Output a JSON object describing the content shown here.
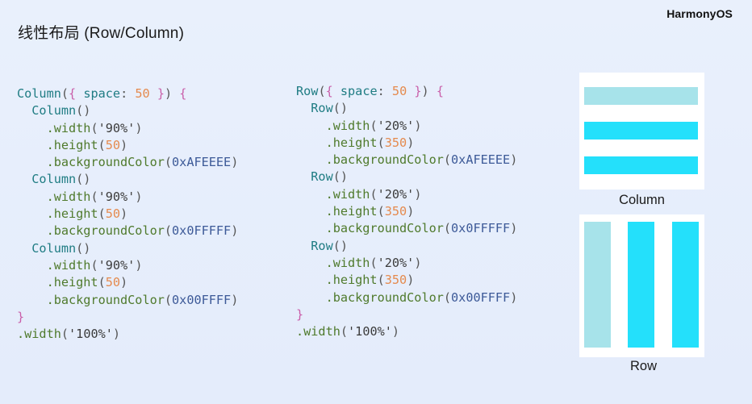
{
  "slide": {
    "title": "线性布局 (Row/Column)",
    "brand": "HarmonyOS"
  },
  "code_left": [
    [
      [
        "func",
        "Column"
      ],
      [
        "punct",
        "("
      ],
      [
        "brace",
        "{"
      ],
      [
        "key",
        " space"
      ],
      [
        "punct",
        ": "
      ],
      [
        "num",
        "50"
      ],
      [
        "punct",
        " "
      ],
      [
        "brace",
        "}"
      ],
      [
        "punct",
        ")"
      ],
      [
        "punct",
        " "
      ],
      [
        "brace",
        "{"
      ]
    ],
    [
      [
        "func",
        "  Column"
      ],
      [
        "punct",
        "()"
      ]
    ],
    [
      [
        "meth",
        "    .width"
      ],
      [
        "punct",
        "("
      ],
      [
        "str",
        "'90%'"
      ],
      [
        "punct",
        ")"
      ]
    ],
    [
      [
        "meth",
        "    .height"
      ],
      [
        "punct",
        "("
      ],
      [
        "num",
        "50"
      ],
      [
        "punct",
        ")"
      ]
    ],
    [
      [
        "meth",
        "    .backgroundColor"
      ],
      [
        "punct",
        "("
      ],
      [
        "hex",
        "0xAFEEEE"
      ],
      [
        "punct",
        ")"
      ]
    ],
    [
      [
        "func",
        "  Column"
      ],
      [
        "punct",
        "()"
      ]
    ],
    [
      [
        "meth",
        "    .width"
      ],
      [
        "punct",
        "("
      ],
      [
        "str",
        "'90%'"
      ],
      [
        "punct",
        ")"
      ]
    ],
    [
      [
        "meth",
        "    .height"
      ],
      [
        "punct",
        "("
      ],
      [
        "num",
        "50"
      ],
      [
        "punct",
        ")"
      ]
    ],
    [
      [
        "meth",
        "    .backgroundColor"
      ],
      [
        "punct",
        "("
      ],
      [
        "hex",
        "0x0FFFFF"
      ],
      [
        "punct",
        ")"
      ]
    ],
    [
      [
        "func",
        "  Column"
      ],
      [
        "punct",
        "()"
      ]
    ],
    [
      [
        "meth",
        "    .width"
      ],
      [
        "punct",
        "("
      ],
      [
        "str",
        "'90%'"
      ],
      [
        "punct",
        ")"
      ]
    ],
    [
      [
        "meth",
        "    .height"
      ],
      [
        "punct",
        "("
      ],
      [
        "num",
        "50"
      ],
      [
        "punct",
        ")"
      ]
    ],
    [
      [
        "meth",
        "    .backgroundColor"
      ],
      [
        "punct",
        "("
      ],
      [
        "hex",
        "0x00FFFF"
      ],
      [
        "punct",
        ")"
      ]
    ],
    [
      [
        "brace",
        "}"
      ]
    ],
    [
      [
        "meth",
        ".width"
      ],
      [
        "punct",
        "("
      ],
      [
        "str",
        "'100%'"
      ],
      [
        "punct",
        ")"
      ]
    ]
  ],
  "code_right": [
    [
      [
        "func",
        "Row"
      ],
      [
        "punct",
        "("
      ],
      [
        "brace",
        "{"
      ],
      [
        "key",
        " space"
      ],
      [
        "punct",
        ": "
      ],
      [
        "num",
        "50"
      ],
      [
        "punct",
        " "
      ],
      [
        "brace",
        "}"
      ],
      [
        "punct",
        ")"
      ],
      [
        "punct",
        " "
      ],
      [
        "brace",
        "{"
      ]
    ],
    [
      [
        "func",
        "  Row"
      ],
      [
        "punct",
        "()"
      ]
    ],
    [
      [
        "meth",
        "    .width"
      ],
      [
        "punct",
        "("
      ],
      [
        "str",
        "'20%'"
      ],
      [
        "punct",
        ")"
      ]
    ],
    [
      [
        "meth",
        "    .height"
      ],
      [
        "punct",
        "("
      ],
      [
        "num",
        "350"
      ],
      [
        "punct",
        ")"
      ]
    ],
    [
      [
        "meth",
        "    .backgroundColor"
      ],
      [
        "punct",
        "("
      ],
      [
        "hex",
        "0xAFEEEE"
      ],
      [
        "punct",
        ")"
      ]
    ],
    [
      [
        "func",
        "  Row"
      ],
      [
        "punct",
        "()"
      ]
    ],
    [
      [
        "meth",
        "    .width"
      ],
      [
        "punct",
        "("
      ],
      [
        "str",
        "'20%'"
      ],
      [
        "punct",
        ")"
      ]
    ],
    [
      [
        "meth",
        "    .height"
      ],
      [
        "punct",
        "("
      ],
      [
        "num",
        "350"
      ],
      [
        "punct",
        ")"
      ]
    ],
    [
      [
        "meth",
        "    .backgroundColor"
      ],
      [
        "punct",
        "("
      ],
      [
        "hex",
        "0x0FFFFF"
      ],
      [
        "punct",
        ")"
      ]
    ],
    [
      [
        "func",
        "  Row"
      ],
      [
        "punct",
        "()"
      ]
    ],
    [
      [
        "meth",
        "    .width"
      ],
      [
        "punct",
        "("
      ],
      [
        "str",
        "'20%'"
      ],
      [
        "punct",
        ")"
      ]
    ],
    [
      [
        "meth",
        "    .height"
      ],
      [
        "punct",
        "("
      ],
      [
        "num",
        "350"
      ],
      [
        "punct",
        ")"
      ]
    ],
    [
      [
        "meth",
        "    .backgroundColor"
      ],
      [
        "punct",
        "("
      ],
      [
        "hex",
        "0x00FFFF"
      ],
      [
        "punct",
        ")"
      ]
    ],
    [
      [
        "brace",
        "}"
      ]
    ],
    [
      [
        "meth",
        ".width"
      ],
      [
        "punct",
        "("
      ],
      [
        "str",
        "'100%'"
      ],
      [
        "punct",
        ")"
      ]
    ]
  ],
  "previews": {
    "column_caption": "Column",
    "row_caption": "Row",
    "colors": {
      "pale_turquoise": "#a7e3ea",
      "cyan": "#24e0fb"
    }
  }
}
